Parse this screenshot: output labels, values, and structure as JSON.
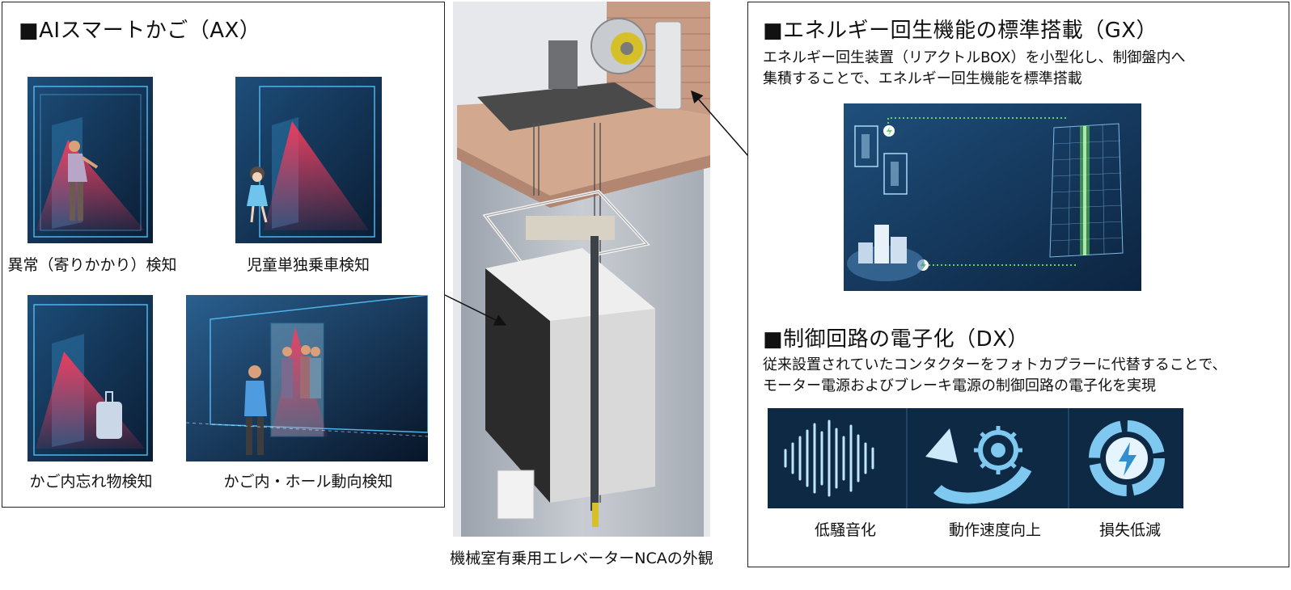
{
  "ax": {
    "title": "■AIスマートかご（AX）",
    "items": [
      {
        "label": "異常（寄りかかり）検知"
      },
      {
        "label": "児童単独乗車検知"
      },
      {
        "label": "かご内忘れ物検知"
      },
      {
        "label": "かご内・ホール動向検知"
      }
    ]
  },
  "center": {
    "caption": "機械室有乗用エレベーターNCAの外観"
  },
  "gx": {
    "title": "■エネルギー回生機能の標準搭載（GX）",
    "description_line1": "エネルギー回生装置（リアクトルBOX）を小型化し、制御盤内へ",
    "description_line2": "集積することで、エネルギー回生機能を標準搭載"
  },
  "dx": {
    "title": "■制御回路の電子化（DX）",
    "description_line1": "従来設置されていたコンタクターをフォトカプラーに代替することで、",
    "description_line2": "モーター電源およびブレーキ電源の制御回路の電子化を実現",
    "features": [
      {
        "label": "低騒音化",
        "icon": "sound-wave-icon"
      },
      {
        "label": "動作速度向上",
        "icon": "speed-gear-icon"
      },
      {
        "label": "損失低減",
        "icon": "lightning-cycle-icon"
      }
    ]
  },
  "colors": {
    "dark_bg": "#0b1a2e",
    "accent_blue": "#4fb3e8",
    "sensor_red": "#e0354f",
    "energy_green": "#5fd35a"
  }
}
